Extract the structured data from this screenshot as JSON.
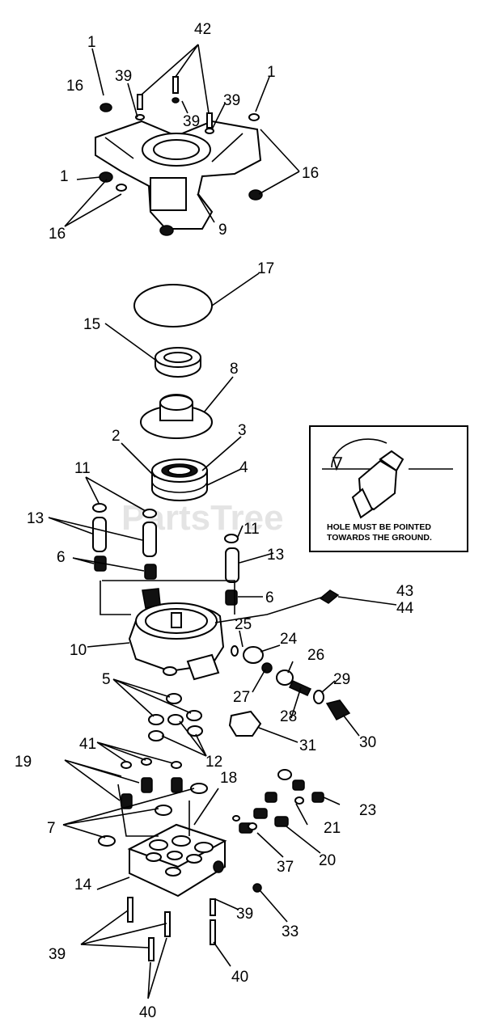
{
  "watermark": "PartsTree",
  "note": {
    "line1": "HOLE MUST BE POINTED",
    "line2": "TOWARDS THE GROUND."
  },
  "callouts": {
    "c42": "42",
    "c1a": "1",
    "c39a": "39",
    "c16a": "16",
    "c39b": "39",
    "c39c": "39",
    "c1b": "1",
    "c16b": "16",
    "c1c": "1",
    "c16c": "16",
    "c9": "9",
    "c17": "17",
    "c15": "15",
    "c8": "8",
    "c2": "2",
    "c3": "3",
    "c4": "4",
    "c11a": "11",
    "c13a": "13",
    "c6a": "6",
    "c11b": "11",
    "c13b": "13",
    "c6b": "6",
    "c43": "43",
    "c44": "44",
    "c25": "25",
    "c24": "24",
    "c10": "10",
    "c26": "26",
    "c29": "29",
    "c5": "5",
    "c27": "27",
    "c28": "28",
    "c31": "31",
    "c30": "30",
    "c12": "12",
    "c41": "41",
    "c19": "19",
    "c18": "18",
    "c23": "23",
    "c7": "7",
    "c21": "21",
    "c20": "20",
    "c37": "37",
    "c14": "14",
    "c39d": "39",
    "c33": "33",
    "c39e": "39",
    "c40a": "40",
    "c40b": "40"
  }
}
